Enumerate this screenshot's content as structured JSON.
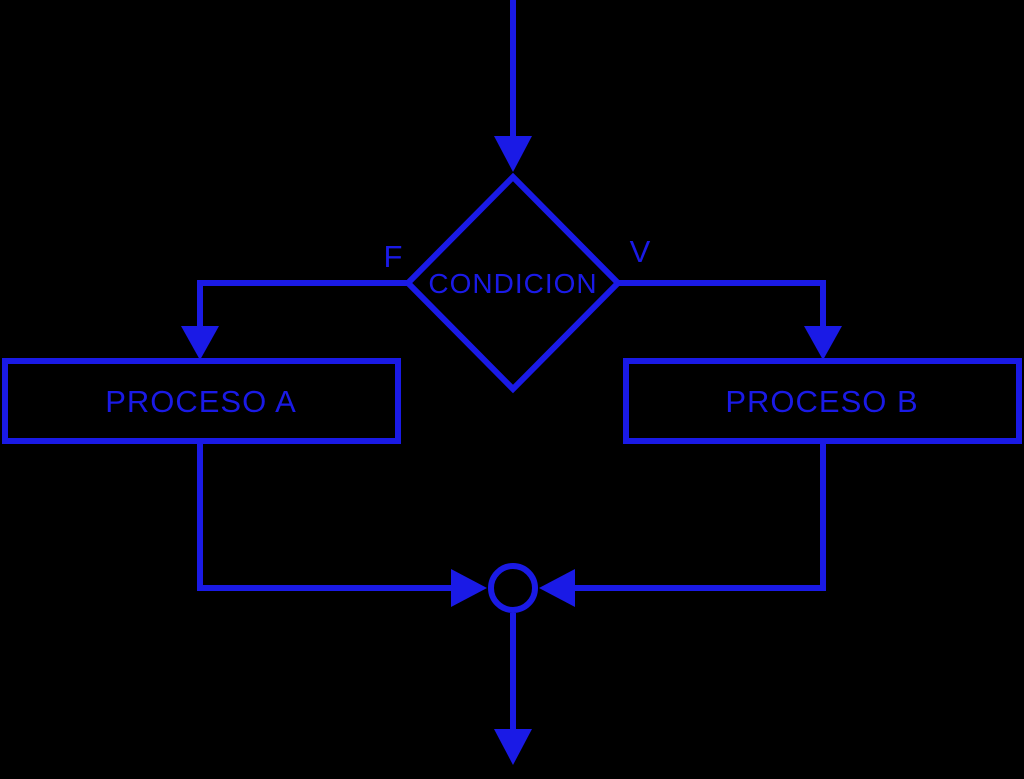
{
  "colors": {
    "background": "#000000",
    "accent": "#1a1ae6"
  },
  "flowchart": {
    "decision": {
      "label": "CONDICION"
    },
    "branch_false": {
      "label": "F"
    },
    "branch_true": {
      "label": "V"
    },
    "process_a": {
      "label": "PROCESO A"
    },
    "process_b": {
      "label": "PROCESO B"
    }
  }
}
